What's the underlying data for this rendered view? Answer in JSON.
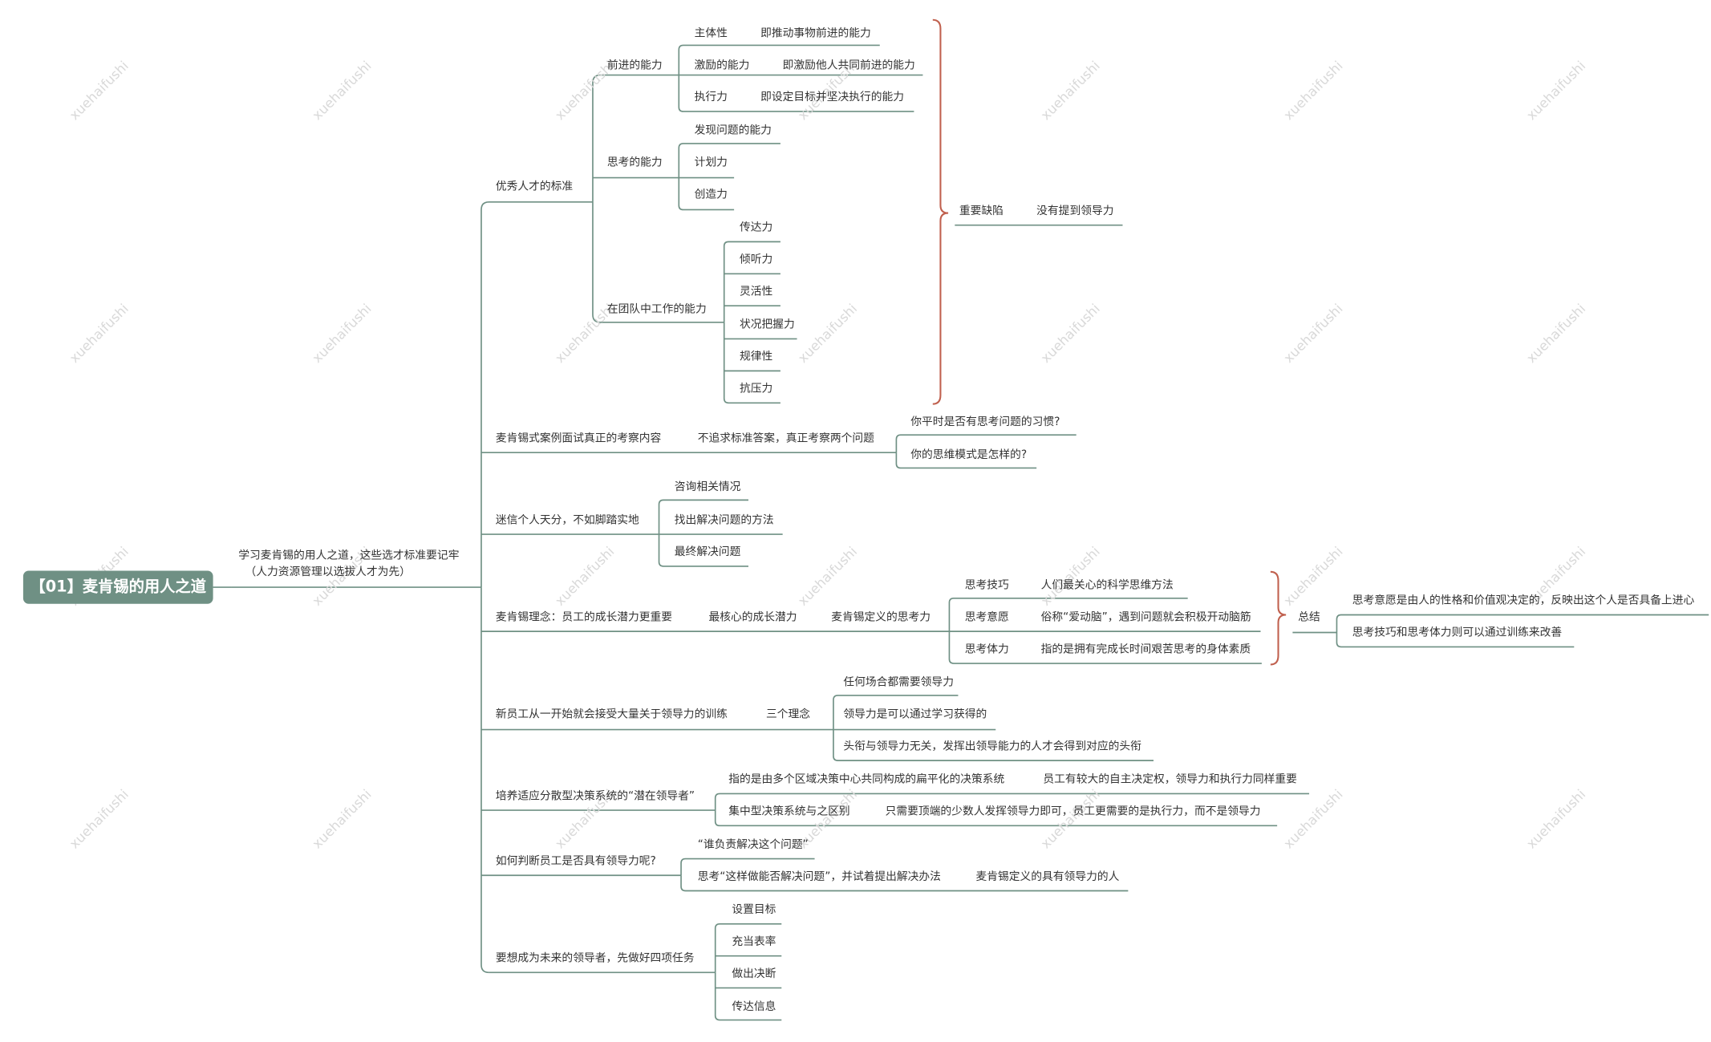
{
  "root": "【01】麦肯锡的用人之道",
  "main": {
    "line1": "学习麦肯锡的用人之道，这些选才标准要记牢",
    "line2": "（人力资源管理以选拔人才为先）"
  },
  "b1": {
    "label": "优秀人才的标准",
    "advance": {
      "label": "前进的能力",
      "items": [
        {
          "k": "主体性",
          "v": "即推动事物前进的能力"
        },
        {
          "k": "激励的能力",
          "v": "即激励他人共同前进的能力"
        },
        {
          "k": "执行力",
          "v": "即设定目标并坚决执行的能力"
        }
      ]
    },
    "think": {
      "label": "思考的能力",
      "items": [
        "发现问题的能力",
        "计划力",
        "创造力"
      ]
    },
    "team": {
      "label": "在团队中工作的能力",
      "items": [
        "传达力",
        "倾听力",
        "灵活性",
        "状况把握力",
        "规律性",
        "抗压力"
      ]
    },
    "summary": {
      "k": "重要缺陷",
      "v": "没有提到领导力"
    }
  },
  "b2": {
    "label": "麦肯锡式案例面试真正的考察内容",
    "sub": "不追求标准答案，真正考察两个问题",
    "items": [
      "你平时是否有思考问题的习惯?",
      "你的思维模式是怎样的?"
    ]
  },
  "b3": {
    "label": "迷信个人天分，不如脚踏实地",
    "items": [
      "咨询相关情况",
      "找出解决问题的方法",
      "最终解决问题"
    ]
  },
  "b4": {
    "label": "麦肯锡理念：员工的成长潜力更重要",
    "sub1": "最核心的成长潜力",
    "sub2": "麦肯锡定义的思考力",
    "items": [
      {
        "k": "思考技巧",
        "v": "人们最关心的科学思维方法"
      },
      {
        "k": "思考意愿",
        "v": "俗称“爱动脑”，遇到问题就会积极开动脑筋"
      },
      {
        "k": "思考体力",
        "v": "指的是拥有完成长时间艰苦思考的身体素质"
      }
    ],
    "summary": "总结",
    "conclusions": [
      "思考意愿是由人的性格和价值观决定的，反映出这个人是否具备上进心",
      "思考技巧和思考体力则可以通过训练来改善"
    ]
  },
  "b5": {
    "label": "新员工从一开始就会接受大量关于领导力的训练",
    "sub": "三个理念",
    "items": [
      "任何场合都需要领导力",
      "领导力是可以通过学习获得的",
      "头衔与领导力无关，发挥出领导能力的人才会得到对应的头衔"
    ]
  },
  "b6": {
    "label": "培养适应分散型决策系统的“潜在领导者”",
    "items": [
      {
        "k": "指的是由多个区域决策中心共同构成的扁平化的决策系统",
        "v": "员工有较大的自主决定权，领导力和执行力同样重要"
      },
      {
        "k": "集中型决策系统与之区别",
        "v": "只需要顶端的少数人发挥领导力即可，员工更需要的是执行力，而不是领导力"
      }
    ]
  },
  "b7": {
    "label": "如何判断员工是否具有领导力呢?",
    "items": [
      "“谁负责解决这个问题”",
      "思考“这样做能否解决问题”，并试着提出解决办法"
    ],
    "tail": "麦肯锡定义的具有领导力的人"
  },
  "b8": {
    "label": "要想成为未来的领导者，先做好四项任务",
    "items": [
      "设置目标",
      "充当表率",
      "做出决断",
      "传达信息"
    ]
  },
  "watermark": "xuehaifushi",
  "colors": {
    "line": "#6f9084",
    "brace": "#c0604e",
    "root": "#6f9084"
  }
}
